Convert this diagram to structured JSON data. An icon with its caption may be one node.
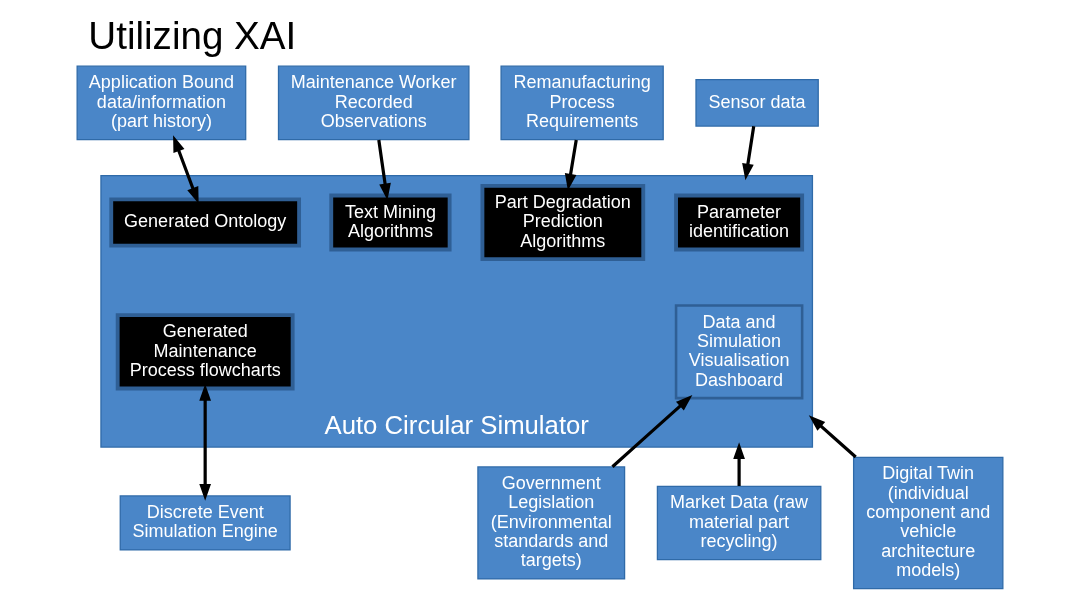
{
  "diagram": {
    "title": "Utilizing XAI",
    "nodes": [
      {
        "text": [
          "Application Bound data/information (part history)"
        ]
      },
      {
        "text": [
          "Maintenance Worker Recorded Observations"
        ]
      },
      {
        "text": [
          "Remanufacturing Process Requirements"
        ]
      },
      {
        "text": [
          "Auto Circular Simulator"
        ]
      },
      {
        "text": [
          "Parameter identification"
        ],
        "in": 3
      },
      {
        "text": [
          "Generated Ontology"
        ],
        "in": 3
      },
      {
        "text": [
          "Text Mining Algorithms"
        ],
        "in": 3
      },
      {
        "text": [
          "Part Degradation Prediction Algorithms"
        ],
        "in": 3
      },
      {
        "text": [
          "Sensor data"
        ]
      },
      {
        "text": [
          "Data and Simulation Visualisation Dashboard"
        ],
        "in": 3
      },
      {
        "text": [
          "Generated Maintenance Process flowcharts"
        ],
        "in": 3
      },
      {
        "text": [
          "Digital Twin (individual component and vehicle architecture models)"
        ]
      },
      {
        "text": [
          "Government Legislation (Environmental standards and targets)"
        ]
      },
      {
        "text": [
          "Discrete Event Simulation Engine"
        ]
      },
      {
        "text": [
          "Market Data (raw material part recycling)"
        ]
      }
    ],
    "edges": [
      {
        "from": 0,
        "to": 5,
        "arrow": "both"
      },
      {
        "from": 1,
        "to": 6,
        "arrow": "to"
      },
      {
        "from": 2,
        "to": 7,
        "arrow": "to"
      },
      {
        "from": 8,
        "to": 3,
        "arrow": "to"
      },
      {
        "from": 11,
        "to": 3,
        "arrow": "to"
      },
      {
        "from": 12,
        "to": 9,
        "arrow": "to"
      },
      {
        "from": 13,
        "to": 10,
        "arrow": "both"
      },
      {
        "from": 14,
        "to": 3,
        "arrow": "to"
      }
    ]
  }
}
